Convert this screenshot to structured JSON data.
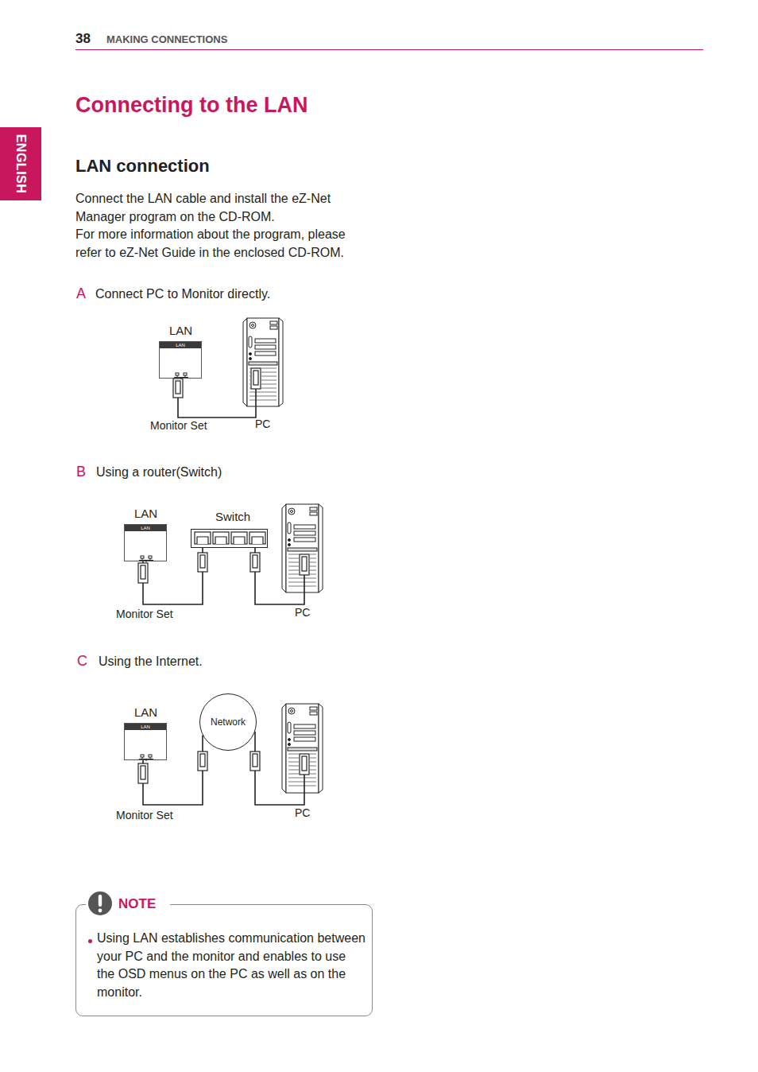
{
  "diagram": {
    "title": "Connecting to the LAN",
    "nodes": [
      {
        "text": [
          "LAN",
          "LAN",
          "Monitor Set"
        ]
      },
      {
        "text": [
          "PC"
        ]
      },
      {
        "text": [
          "LAN",
          "LAN",
          "Monitor Set"
        ]
      },
      {
        "text": [
          "Switch"
        ]
      },
      {
        "text": [
          "PC"
        ]
      },
      {
        "text": [
          "LAN",
          "LAN",
          "Monitor Set"
        ]
      },
      {
        "text": [
          "Network"
        ]
      },
      {
        "text": [
          "PC"
        ]
      },
      {
        "text": [
          "NOTE",
          "Using LAN establishes communication between your PC and the monitor and enables to use the OSD menus on the PC as well as on the monitor."
        ]
      }
    ],
    "edges": [
      {
        "from": 0,
        "to": 1,
        "arrow": "none"
      },
      {
        "from": 2,
        "to": 3,
        "arrow": "none"
      },
      {
        "from": 3,
        "to": 4,
        "arrow": "none"
      },
      {
        "from": 5,
        "to": 6,
        "arrow": "none"
      },
      {
        "from": 6,
        "to": 7,
        "arrow": "none"
      }
    ],
    "labels": [
      "38",
      "MAKING CONNECTIONS",
      "ENGLISH",
      "LAN connection",
      "Connect the LAN cable and install the eZ-Net Manager program on the CD-ROM.",
      "For more information about the program, please refer to eZ-Net Guide in the enclosed CD-ROM.",
      "A",
      "Connect PC to Monitor directly.",
      "B",
      "Using a router(Switch)",
      "C",
      "Using the Internet."
    ]
  }
}
